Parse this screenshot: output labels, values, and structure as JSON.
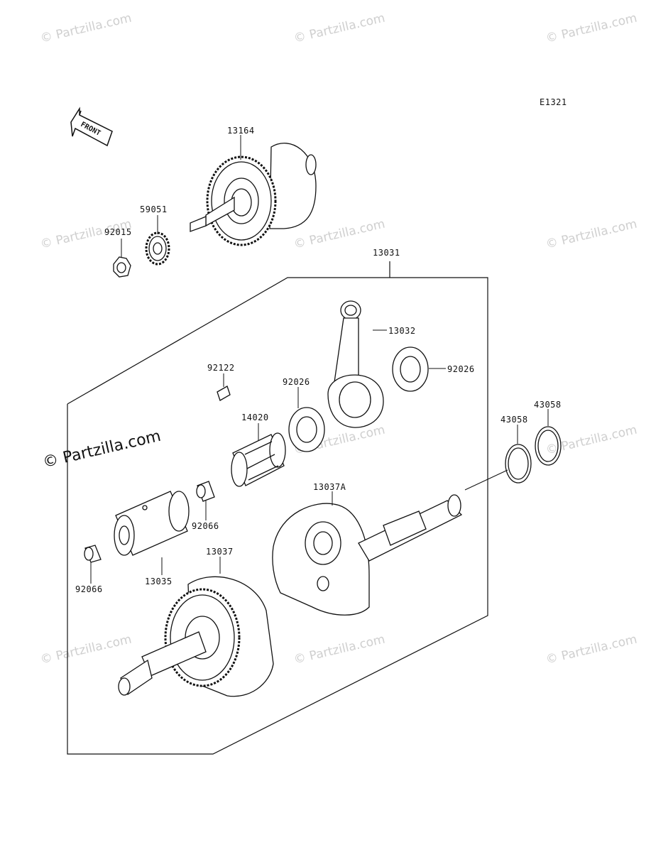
{
  "diagram_code": "E1321",
  "front_label": "FRONT",
  "watermark_main": "© Partzilla.com",
  "watermark_faint": "© Partzilla.com",
  "parts": {
    "p13164": "13164",
    "p59051": "59051",
    "p92015": "92015",
    "p13031": "13031",
    "p13032": "13032",
    "p92026a": "92026",
    "p92026b": "92026",
    "p92122": "92122",
    "p14020": "14020",
    "p43058a": "43058",
    "p43058b": "43058",
    "p13037A": "13037A",
    "p92066a": "92066",
    "p13035": "13035",
    "p13037": "13037",
    "p92066b": "92066"
  }
}
